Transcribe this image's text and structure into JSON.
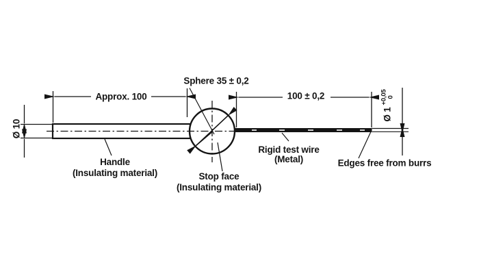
{
  "figure": {
    "sphere_label": "Sphere 35 ± 0,2",
    "handle_label": "Handle",
    "handle_material": "(Insulating material)",
    "stop_face_label": "Stop face",
    "stop_face_material": "(Insulating material)",
    "wire_label": "Rigid test wire",
    "wire_material": "(Metal)",
    "edges_note": "Edges free from burrs",
    "dim_handle_length": "Approx. 100",
    "dim_wire_length": "100 ± 0,2",
    "dim_handle_diameter": "Ø 10",
    "dim_wire_diameter": "Ø 1",
    "dim_wire_diameter_tol_upper": "+0,05",
    "dim_wire_diameter_tol_lower": "0"
  },
  "colors": {
    "ink": "#141414",
    "paper": "#ffffff"
  }
}
